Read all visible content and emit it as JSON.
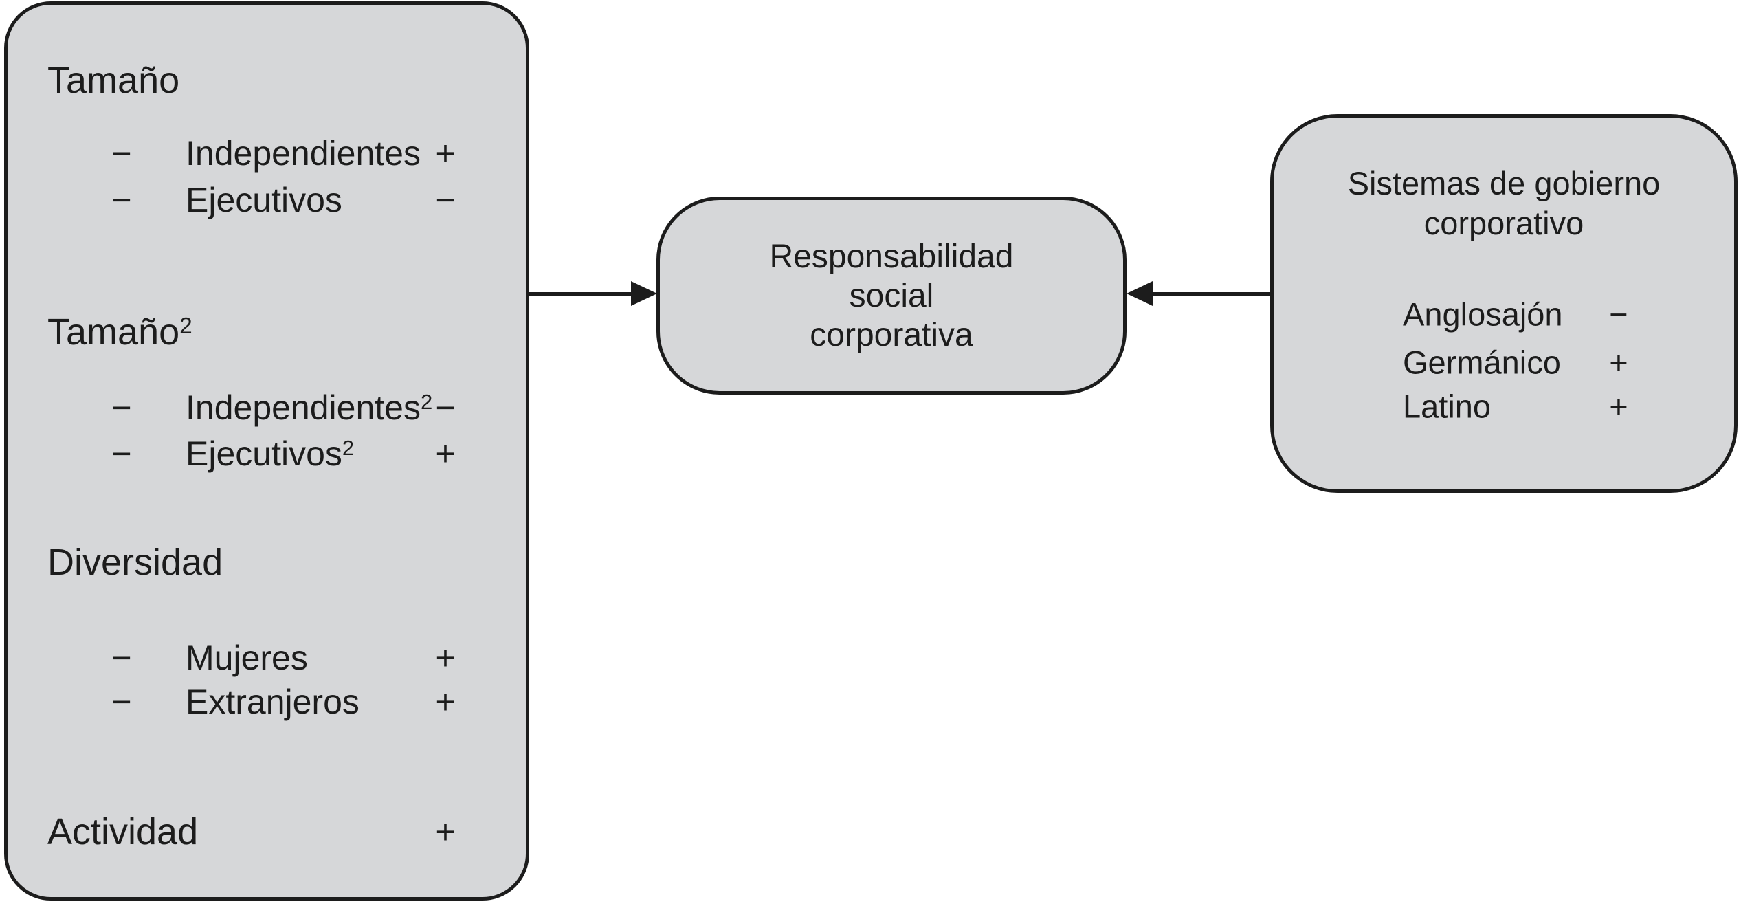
{
  "colors": {
    "box_fill": "#d6d7d9",
    "box_border": "#1c1c1c",
    "background": "#ffffff",
    "text": "#1c1c1c"
  },
  "left_box": {
    "sections": [
      {
        "heading": {
          "text": "Tamaño",
          "sup": ""
        },
        "sign": "",
        "items": [
          {
            "dash": "−",
            "label": {
              "text": "Independientes",
              "sup": ""
            },
            "sign": "+"
          },
          {
            "dash": "−",
            "label": {
              "text": "Ejecutivos",
              "sup": ""
            },
            "sign": "−"
          }
        ]
      },
      {
        "heading": {
          "text": "Tamaño",
          "sup": "2"
        },
        "sign": "",
        "items": [
          {
            "dash": "−",
            "label": {
              "text": "Independientes",
              "sup": "2"
            },
            "sign": "−"
          },
          {
            "dash": "−",
            "label": {
              "text": "Ejecutivos",
              "sup": "2"
            },
            "sign": "+"
          }
        ]
      },
      {
        "heading": {
          "text": "Diversidad",
          "sup": ""
        },
        "sign": "",
        "items": [
          {
            "dash": "−",
            "label": {
              "text": "Mujeres",
              "sup": ""
            },
            "sign": "+"
          },
          {
            "dash": "−",
            "label": {
              "text": "Extranjeros",
              "sup": ""
            },
            "sign": "+"
          }
        ]
      },
      {
        "heading": {
          "text": "Actividad",
          "sup": ""
        },
        "sign": "+",
        "items": []
      }
    ]
  },
  "center_box": {
    "lines": [
      "Responsabilidad",
      "social",
      "corporativa"
    ]
  },
  "right_box": {
    "heading_lines": [
      "Sistemas de gobierno",
      "corporativo"
    ],
    "items": [
      {
        "label": "Anglosajón",
        "sign": "−"
      },
      {
        "label": "Germánico",
        "sign": "+"
      },
      {
        "label": "Latino",
        "sign": "+"
      }
    ]
  },
  "arrows": [
    {
      "from": "left-box",
      "to": "center-box",
      "direction": "right"
    },
    {
      "from": "right-box",
      "to": "center-box",
      "direction": "left"
    }
  ]
}
